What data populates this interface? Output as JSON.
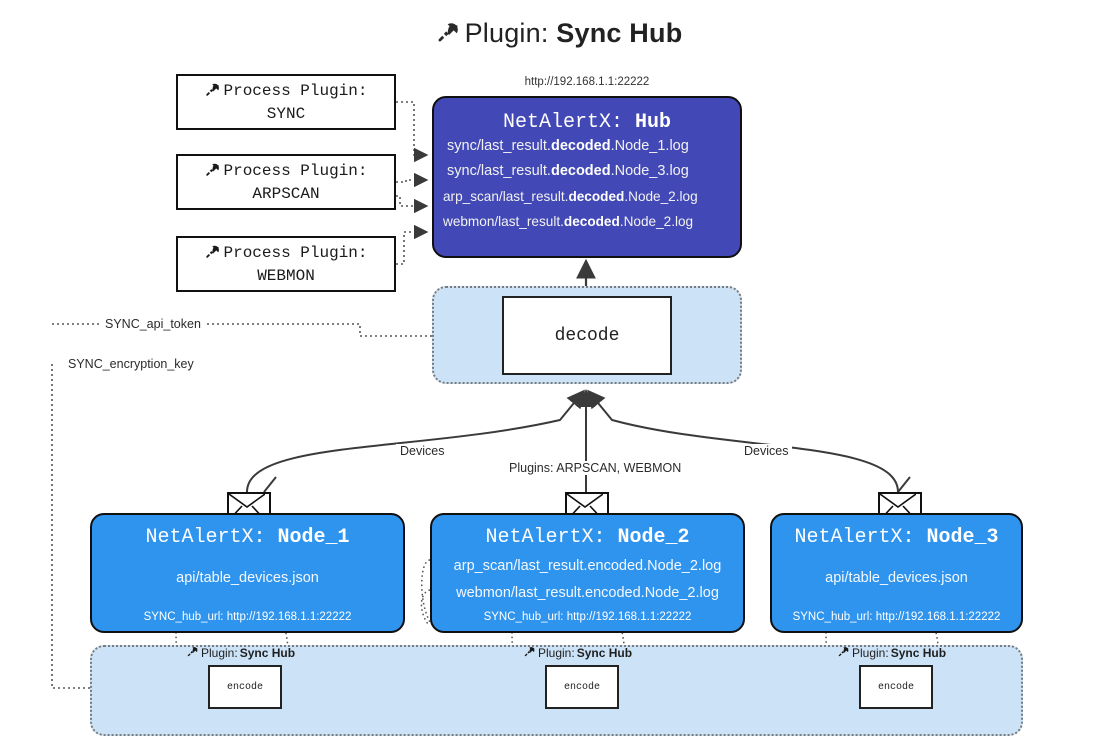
{
  "title": {
    "icon": "plug-icon",
    "prefix": "Plugin: ",
    "name": "Sync Hub"
  },
  "hub": {
    "url": "http://192.168.1.1:22222",
    "title_prefix": "NetAlertX: ",
    "title_name": "Hub",
    "loglines": [
      {
        "pre": "sync/last_result.",
        "mid": "decoded",
        "post": ".Node_1.log"
      },
      {
        "pre": "sync/last_result.",
        "mid": "decoded",
        "post": ".Node_3.log"
      },
      {
        "pre": "arp_scan/last_result.",
        "mid": "decoded",
        "post": ".Node_2.log"
      },
      {
        "pre": "webmon/last_result.",
        "mid": "decoded",
        "post": ".Node_2.log"
      }
    ]
  },
  "process_plugins": [
    {
      "icon": "plug-icon",
      "label": "Process Plugin:",
      "name": "SYNC"
    },
    {
      "icon": "plug-icon",
      "label": "Process Plugin:",
      "name": "ARPSCAN"
    },
    {
      "icon": "plug-icon",
      "label": "Process Plugin:",
      "name": "WEBMON"
    }
  ],
  "decode": {
    "label": "decode"
  },
  "wire_labels": {
    "api_token": "SYNC_api_token",
    "encryption_key": "SYNC_encryption_key",
    "devices_left": "Devices",
    "devices_right": "Devices",
    "plugins": "Plugins: ARPSCAN, WEBMON"
  },
  "nodes": [
    {
      "title_prefix": "NetAlertX: ",
      "title_name": "Node_1",
      "lines": [
        "api/table_devices.json"
      ],
      "footer": "SYNC_hub_url: http://192.168.1.1:22222"
    },
    {
      "title_prefix": "NetAlertX: ",
      "title_name": "Node_2",
      "lines": [
        "arp_scan/last_result.encoded.Node_2.log",
        "webmon/last_result.encoded.Node_2.log"
      ],
      "footer": "SYNC_hub_url: http://192.168.1.1:22222"
    },
    {
      "title_prefix": "NetAlertX: ",
      "title_name": "Node_3",
      "lines": [
        "api/table_devices.json"
      ],
      "footer": "SYNC_hub_url: http://192.168.1.1:22222"
    }
  ],
  "encoders": [
    {
      "icon": "plug-icon",
      "label_prefix": "Plugin: ",
      "label_name": "Sync Hub",
      "box": "encode"
    },
    {
      "icon": "plug-icon",
      "label_prefix": "Plugin: ",
      "label_name": "Sync Hub",
      "box": "encode"
    },
    {
      "icon": "plug-icon",
      "label_prefix": "Plugin: ",
      "label_name": "Sync Hub",
      "box": "encode"
    }
  ],
  "colors": {
    "hub": "#4248b5",
    "node": "#2f94ee",
    "container": "#cce3f7",
    "outline": "#101010",
    "wire": "#3a3a3a"
  }
}
